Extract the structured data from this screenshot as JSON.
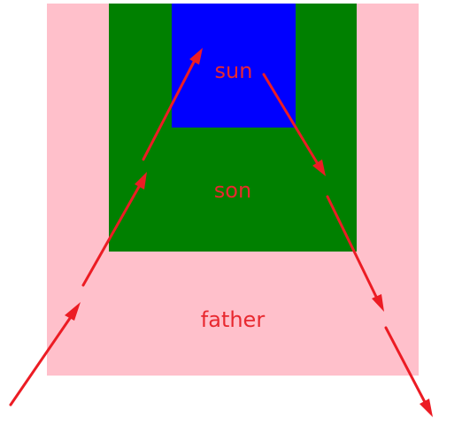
{
  "colors": {
    "father": "#ffc0cb",
    "son": "#008000",
    "sun": "#0000ff",
    "label": "#e8282f",
    "arrow": "#ec1c24"
  },
  "boxes": {
    "father": {
      "label": "father"
    },
    "son": {
      "label": "son"
    },
    "sun": {
      "label": "sun"
    }
  }
}
